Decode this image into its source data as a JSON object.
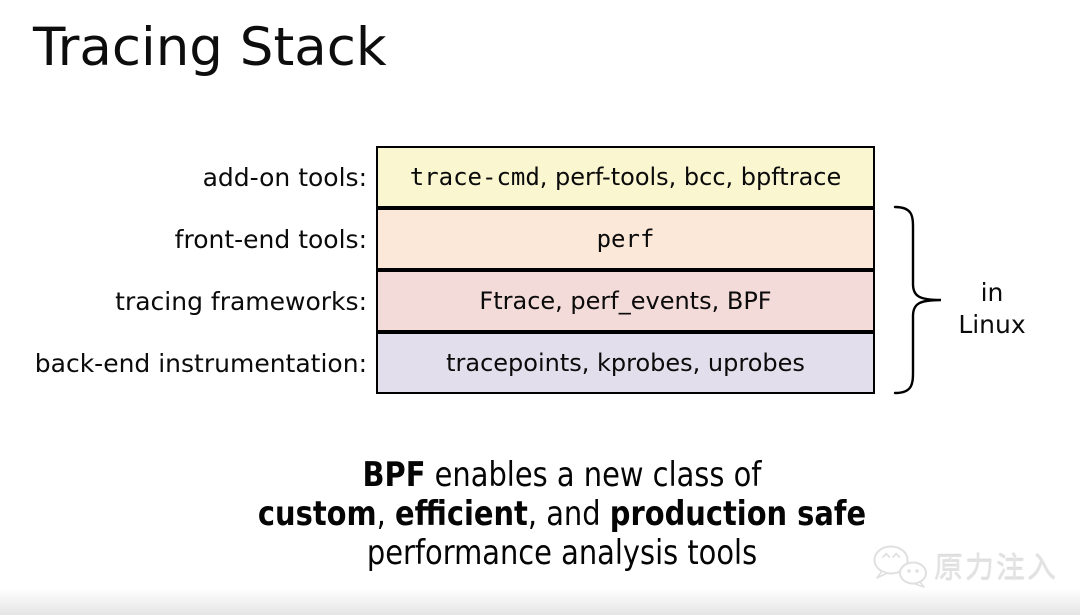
{
  "title": "Tracing Stack",
  "stack": {
    "rows": [
      {
        "label": "add-on tools:",
        "content_mono": "trace-cmd",
        "content_rest": ", perf-tools, bcc, bpftrace",
        "bg": "#f9f6d0"
      },
      {
        "label": "front-end tools:",
        "content_mono": "perf",
        "content_rest": "",
        "bg": "#fce8d8"
      },
      {
        "label": "tracing frameworks:",
        "content_mono": "",
        "content_rest": "Ftrace, perf_events, BPF",
        "bg": "#f2dbd8"
      },
      {
        "label": "back-end instrumentation:",
        "content_mono": "",
        "content_rest": "tracepoints, kprobes, uprobes",
        "bg": "#e2deeb"
      }
    ],
    "border_color": "#000000",
    "brace_label": {
      "line1": "in",
      "line2": "Linux"
    }
  },
  "caption": {
    "l1_bold": "BPF",
    "l1_rest": " enables a new class of",
    "l2_bold1": "custom",
    "l2_sep1": ", ",
    "l2_bold2": "efficient",
    "l2_sep2": ", and ",
    "l2_bold3": "production safe",
    "l3": "performance analysis tools"
  },
  "watermark": {
    "text": "原力注入"
  }
}
